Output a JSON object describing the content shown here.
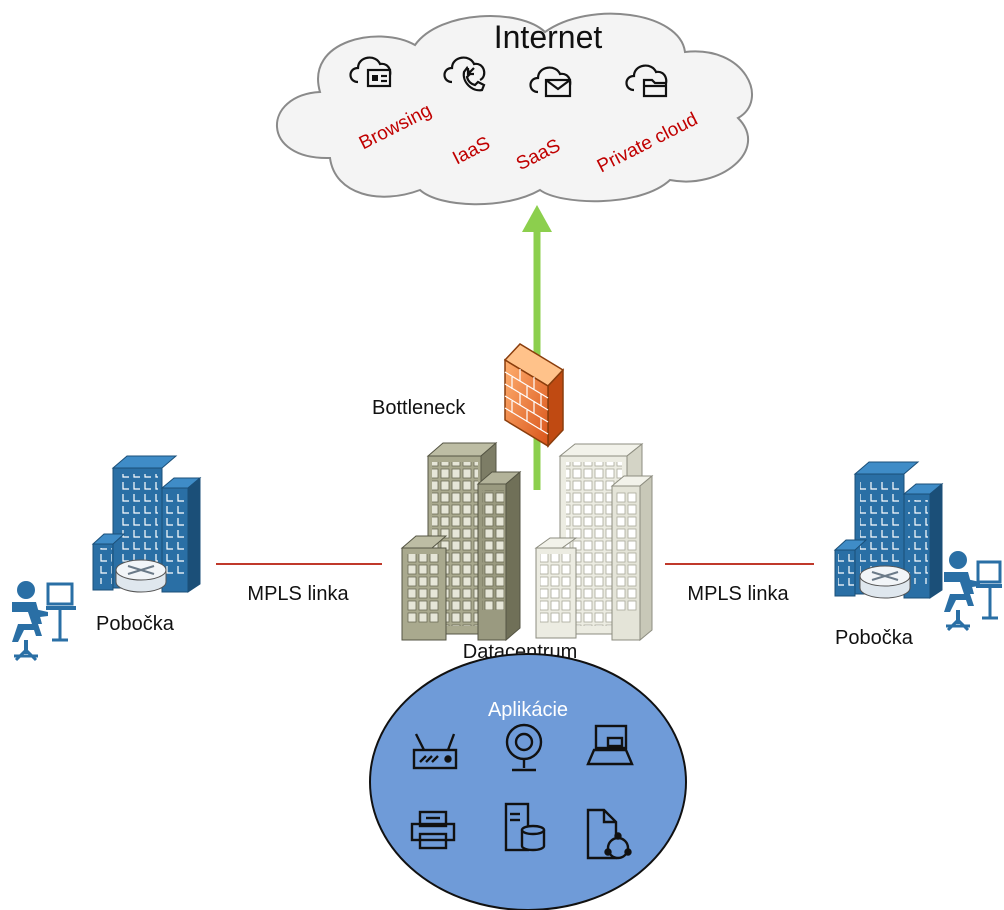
{
  "internet": {
    "title": "Internet",
    "services": [
      {
        "label": "Browsing",
        "icon": "cloud-browser-icon"
      },
      {
        "label": "IaaS",
        "icon": "cloud-phone-icon"
      },
      {
        "label": "SaaS",
        "icon": "cloud-mail-icon"
      },
      {
        "label": "Private cloud",
        "icon": "cloud-folder-icon"
      }
    ]
  },
  "firewall": {
    "label": "Bottleneck"
  },
  "datacenter": {
    "label": "Datacentrum"
  },
  "links": {
    "left": "MPLS linka",
    "right": "MPLS linka"
  },
  "branches": {
    "left": "Pobočka",
    "right": "Pobočka"
  },
  "apps": {
    "title": "Aplikácie",
    "icons": [
      "router-icon",
      "webcam-icon",
      "laptop-icon",
      "printer-icon",
      "server-database-icon",
      "document-sync-icon"
    ]
  },
  "colors": {
    "service_text": "#c00000",
    "link_line": "#c0392b",
    "uplink_arrow": "#8ccf4d",
    "apps_fill": "#6f9bd8",
    "building_blue": "#2a6fa5",
    "firewall": "#f07d2e"
  }
}
